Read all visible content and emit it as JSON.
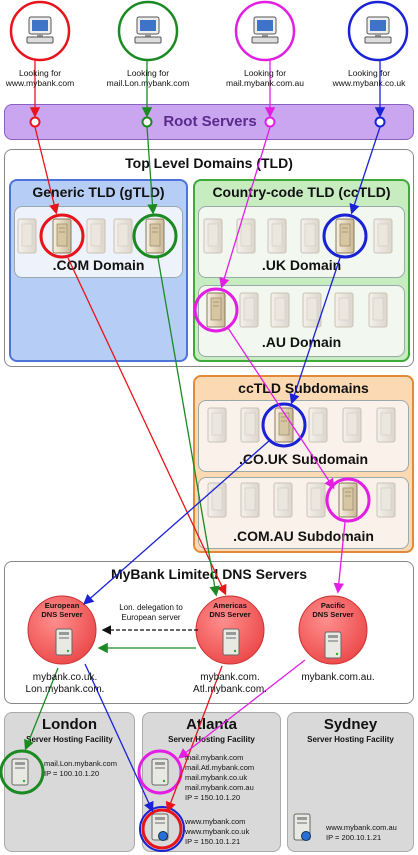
{
  "clients": [
    {
      "label_line1": "Looking for",
      "label_line2": "www.mybank.com",
      "color": "#e8141b"
    },
    {
      "label_line1": "Looking for",
      "label_line2": "mail.Lon.mybank.com",
      "color": "#1b8a22"
    },
    {
      "label_line1": "Looking for",
      "label_line2": "mail.mybank.com.au",
      "color": "#e31ee3"
    },
    {
      "label_line1": "Looking for",
      "label_line2": "www.mybank.co.uk",
      "color": "#1a22d6"
    }
  ],
  "root": {
    "title": "Root Servers"
  },
  "tld": {
    "title": "Top Level Domains (TLD)"
  },
  "gtld": {
    "title": "Generic TLD (gTLD)",
    "com_domain": ".COM Domain"
  },
  "cctld": {
    "title": "Country-code TLD (ccTLD)",
    "uk_domain": ".UK Domain",
    "au_domain": ".AU Domain"
  },
  "subdomains": {
    "title": "ccTLD Subdomains",
    "couk": ".CO.UK Subdomain",
    "comau": ".COM.AU Subdomain"
  },
  "mybank": {
    "title": "MyBank Limited DNS Servers",
    "european": {
      "line1": "European",
      "line2": "DNS Server",
      "domain1": "mybank.co.uk.",
      "domain2": "Lon.mybank.com."
    },
    "americas": {
      "line1": "Americas",
      "line2": "DNS Server",
      "domain1": "mybank.com.",
      "domain2": "Atl.mybank.com."
    },
    "pacific": {
      "line1": "Pacific",
      "line2": "DNS Server",
      "domain1": "mybank.com.au."
    },
    "delegation_line1": "Lon. delegation to",
    "delegation_line2": "European server"
  },
  "facilities": {
    "london": {
      "title": "London",
      "subtitle": "Server Hosting Facility",
      "host1": "mail.Lon.mybank.com",
      "ip1": "IP = 100.10.1.20"
    },
    "atlanta": {
      "title": "Atlanta",
      "subtitle": "Server Hosting Facility",
      "mail_hosts": [
        "mail.mybank.com",
        "mail.Atl.mybank.com",
        "mail.mybank.co.uk",
        "mail.mybank.com.au"
      ],
      "mail_ip": "IP = 150.10.1.20",
      "web_hosts": [
        "www.mybank.com",
        "www.mybank.co.uk"
      ],
      "web_ip": "IP = 150.10.1.21"
    },
    "sydney": {
      "title": "Sydney",
      "subtitle": "Server Hosting Facility",
      "host1": "www.mybank.com.au",
      "ip1": "IP = 200.10.1.21"
    }
  },
  "colors": {
    "red": "#e8141b",
    "green": "#1b8a22",
    "magenta": "#e31ee3",
    "blue": "#1a22d6",
    "root_fill": "#c9a6ef",
    "gtld_fill": "#b6cdf5",
    "cctld_fill": "#c6ecbf",
    "sub_fill": "#fbd9b3"
  }
}
